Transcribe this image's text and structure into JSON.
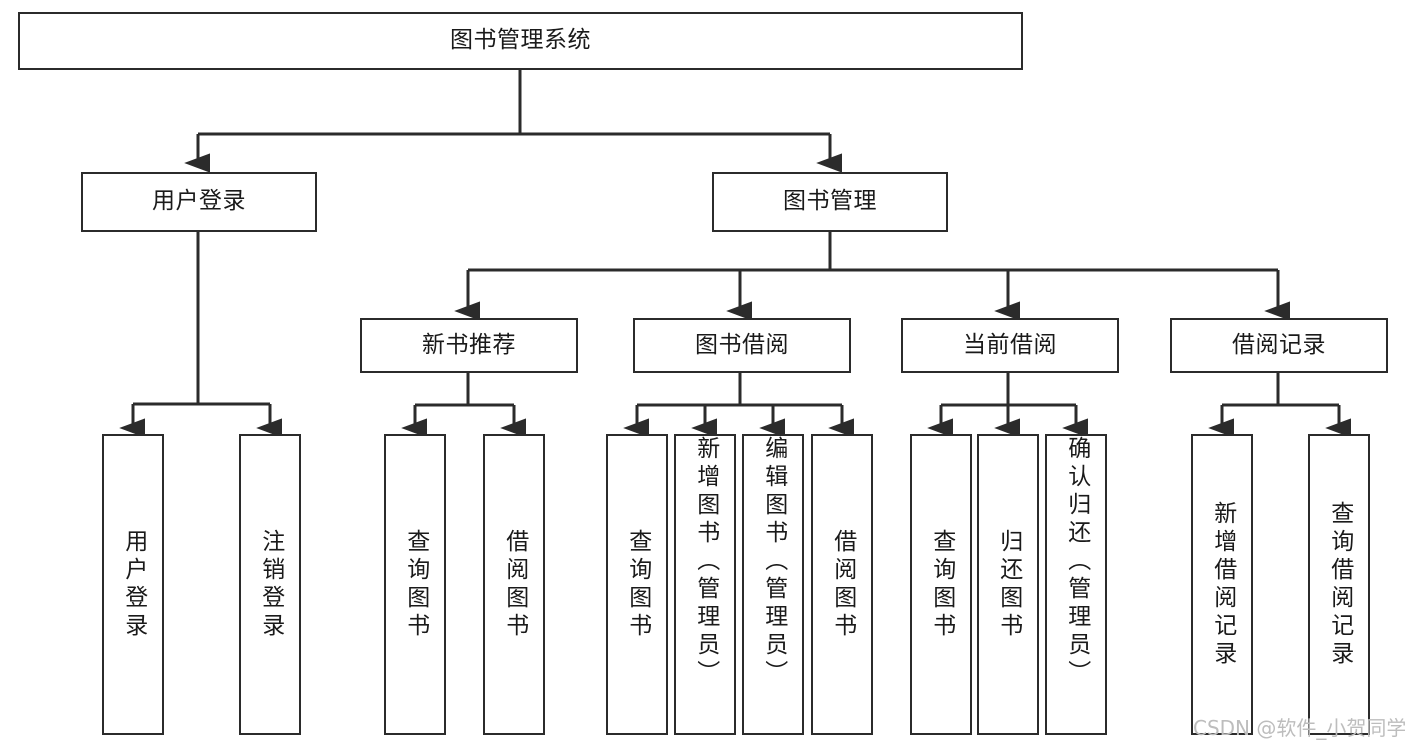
{
  "diagram": {
    "type": "tree",
    "title": "图书管理系统",
    "orientation": "top-down",
    "colors": {
      "node_border": "#2b2b2b",
      "node_fill": "#ffffff",
      "edge": "#2b2b2b",
      "text": "#1a1a1a",
      "watermark": "#bdbdbd"
    },
    "nodes": {
      "root": {
        "label": "图书管理系统",
        "level": 1
      },
      "l2": [
        {
          "id": "user-login",
          "label": "用户登录",
          "level": 2
        },
        {
          "id": "book-manage",
          "label": "图书管理",
          "level": 2
        }
      ],
      "l3": [
        {
          "id": "new-book-recommend",
          "label": "新书推荐",
          "level": 3
        },
        {
          "id": "book-borrow",
          "label": "图书借阅",
          "level": 3
        },
        {
          "id": "current-borrow",
          "label": "当前借阅",
          "level": 3
        },
        {
          "id": "borrow-record",
          "label": "借阅记录",
          "level": 3
        }
      ],
      "leaves": [
        {
          "id": "leaf-user-login",
          "label": "用户登录",
          "parent": "user-login"
        },
        {
          "id": "leaf-logout",
          "label": "注销登录",
          "parent": "user-login"
        },
        {
          "id": "leaf-query-book-1",
          "label": "查询图书",
          "parent": "new-book-recommend"
        },
        {
          "id": "leaf-borrow-book-1",
          "label": "借阅图书",
          "parent": "new-book-recommend"
        },
        {
          "id": "leaf-query-book-2",
          "label": "查询图书",
          "parent": "book-borrow"
        },
        {
          "id": "leaf-add-book",
          "label": "新增图书（管理员）",
          "parent": "book-borrow"
        },
        {
          "id": "leaf-edit-book",
          "label": "编辑图书（管理员）",
          "parent": "book-borrow"
        },
        {
          "id": "leaf-borrow-book-2",
          "label": "借阅图书",
          "parent": "book-borrow"
        },
        {
          "id": "leaf-query-book-3",
          "label": "查询图书",
          "parent": "current-borrow"
        },
        {
          "id": "leaf-return-book",
          "label": "归还图书",
          "parent": "current-borrow"
        },
        {
          "id": "leaf-confirm-return",
          "label": "确认归还（管理员）",
          "parent": "current-borrow"
        },
        {
          "id": "leaf-add-record",
          "label": "新增借阅记录",
          "parent": "borrow-record"
        },
        {
          "id": "leaf-query-record",
          "label": "查询借阅记录",
          "parent": "borrow-record"
        }
      ]
    }
  },
  "watermark": {
    "text": "CSDN @软件_小贺同学"
  }
}
